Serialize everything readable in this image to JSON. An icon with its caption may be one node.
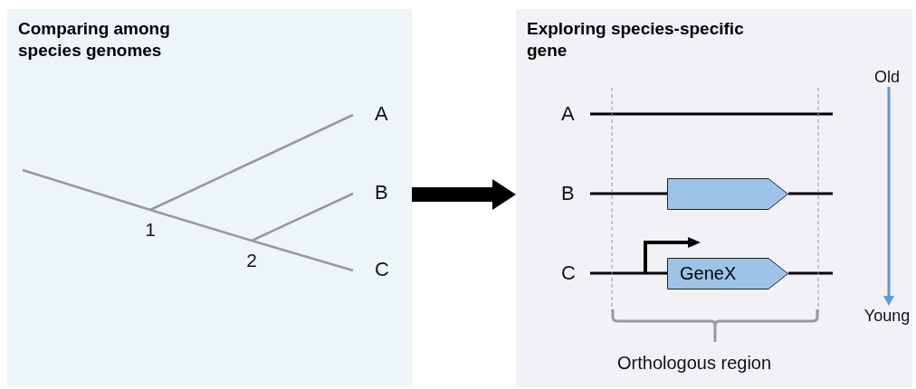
{
  "diagram": {
    "nodes": [
      {
        "text": [
          "Comparing among species genomes"
        ]
      },
      {
        "text": [
          "1"
        ],
        "in": 0
      },
      {
        "text": [
          "2"
        ],
        "in": 0
      },
      {
        "text": [
          "A"
        ],
        "in": 0
      },
      {
        "text": [
          "B"
        ],
        "in": 0
      },
      {
        "text": [
          "C"
        ],
        "in": 0
      },
      {
        "text": [
          "Exploring species-specific gene"
        ]
      },
      {
        "text": [],
        "shape": "box",
        "in": 6
      },
      {
        "text": [
          "GeneX"
        ],
        "in": 6
      },
      {
        "text": [
          "Old"
        ],
        "in": 6
      },
      {
        "text": [
          "Young"
        ],
        "in": 6
      }
    ],
    "edges": [
      {
        "from": null,
        "to": 1,
        "arrow": "none"
      },
      {
        "from": 1,
        "to": 3,
        "arrow": "none"
      },
      {
        "from": 1,
        "to": 2,
        "arrow": "none"
      },
      {
        "from": 2,
        "to": 4,
        "arrow": "none"
      },
      {
        "from": 2,
        "to": 5,
        "arrow": "none"
      },
      {
        "from": 0,
        "to": 6,
        "arrow": "to",
        "style": "thick",
        "color": "#000000"
      },
      {
        "from": 9,
        "to": 10,
        "arrow": "to",
        "color": "#5b9bd5"
      }
    ],
    "labels": [
      "A",
      "B",
      "C",
      "Orthologous region"
    ]
  }
}
